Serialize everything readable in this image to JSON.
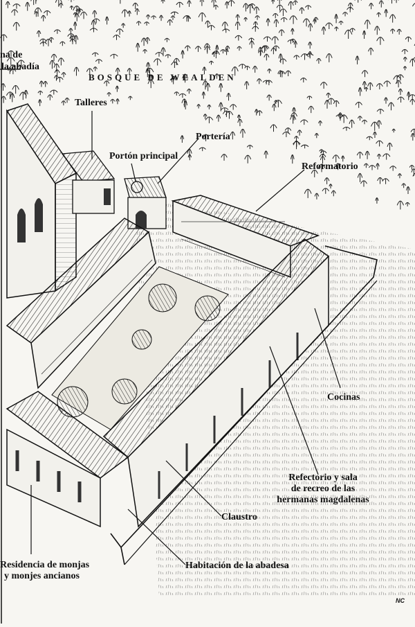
{
  "title": "BOSQUE DE WEALDEN",
  "labels": {
    "abadia_line1": "na de",
    "abadia_line2": "la abadía",
    "talleres": "Talleres",
    "porton": "Portón principal",
    "porteria": "Portería",
    "reformatorio": "Reformatorio",
    "cocinas": "Cocinas",
    "refectorio_line1": "Refectorio y sala",
    "refectorio_line2": "de recreo de las",
    "refectorio_line3": "hermanas magdalenas",
    "claustro": "Claustro",
    "habitacion": "Habitación de la abadesa",
    "residencia_line1": "Residencia de monjas",
    "residencia_line2": "y monjes ancianos"
  },
  "signature": "NC",
  "colors": {
    "ink": "#111111",
    "paper": "#f7f6f2",
    "shade": "#d8d6cf"
  }
}
